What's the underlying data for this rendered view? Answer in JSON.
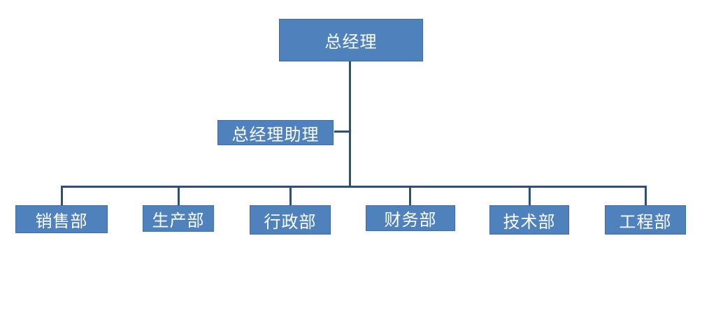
{
  "org_chart": {
    "root": "总经理",
    "assistant": "总经理助理",
    "departments": [
      "销售部",
      "生产部",
      "行政部",
      "财务部",
      "技术部",
      "工程部"
    ]
  },
  "colors": {
    "box_fill": "#4f81bd",
    "box_text": "#ffffff",
    "connector": "#2f4f78",
    "background": "#ffffff"
  }
}
